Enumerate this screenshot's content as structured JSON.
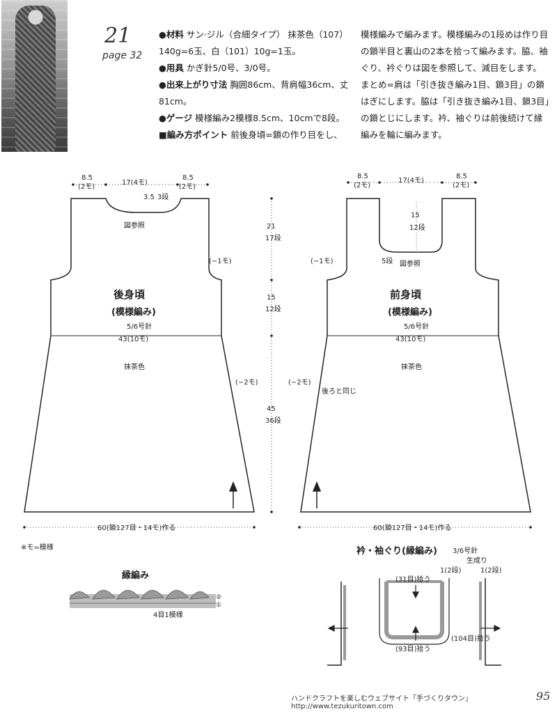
{
  "header": {
    "number": "21",
    "page_ref": "page 32"
  },
  "text": {
    "materials_label": "●材料",
    "materials": "サン·ジル（合細タイプ） 抹茶色（107）140g=6玉、白（101）10g=1玉。",
    "tools_label": "●用具",
    "tools": "かぎ針5/0号、3/0号。",
    "size_label": "●出来上がり寸法",
    "size": "胸囲86cm、背肩幅36cm、丈81cm。",
    "gauge_label": "●ゲージ",
    "gauge": "模様編み2模様8.5cm、10cmで8段。",
    "points_label": "■編み方ポイント",
    "points_start": "前後身頃=鎖の作り目をし、",
    "points_cont": "模様編みで編みます。模様編みの1段めは作り目の鎖半目と裏山の2本を拾って編みます。脇、袖ぐり、衿ぐりは図を参照して、減目をします。まとめ=肩は「引き抜き編み1目、鎖3目」の鎖はぎにします。脇は「引き抜き編み1目、鎖3目」の鎖とじにします。衿、袖ぐりは前後続けて縁編みを輪に編みます。"
  },
  "back": {
    "shoulder_left": "8.5",
    "shoulder_left_sub": "(2モ)",
    "neck_width": "17(4モ)",
    "shoulder_right": "8.5",
    "shoulder_right_sub": "(2モ)",
    "neck_depth": "3.5",
    "neck_depth_rows": "3段",
    "see_fig": "図参照",
    "armhole_dec": "(−1モ)",
    "title": "後身頃",
    "pattern": "(模様編み)",
    "needle": "5/6号針",
    "width": "43(10モ)",
    "color": "抹茶色",
    "side_dec": "(−2モ)",
    "cast_on": "60(鎖127目・14モ)作る"
  },
  "front": {
    "shoulder_left": "8.5",
    "shoulder_left_sub": "(2モ)",
    "neck_width": "17(4モ)",
    "shoulder_right": "8.5",
    "shoulder_right_sub": "(2モ)",
    "neck_depth": "15",
    "neck_depth_rows": "12段",
    "neck_rows2": "5段",
    "see_fig": "図参照",
    "armhole_dec": "(−1モ)",
    "title": "前身頃",
    "pattern": "(模様編み)",
    "needle": "5/6号針",
    "width": "43(10モ)",
    "color": "抹茶色",
    "side_dec": "(−2モ)",
    "same_as_back": "後ろと同じ",
    "cast_on": "60(鎖127目・14モ)作る"
  },
  "heights": {
    "top": "21",
    "top_rows": "17段",
    "mid": "15",
    "mid_rows": "12段",
    "bottom": "45",
    "bottom_rows": "36段"
  },
  "note": "※モ=模様",
  "edging": {
    "title": "縁編み",
    "repeat": "4目1模様",
    "row2": "②",
    "row1": "①"
  },
  "collar": {
    "title": "衿・袖ぐり(縁編み)",
    "needle": "3/6号針",
    "color": "生成り",
    "top_pick": "(31目)拾う",
    "bottom_pick": "(93目)拾う",
    "arm_pick": "(104目)拾う",
    "rows_a": "1(2段)",
    "rows_b": "1(2段)"
  },
  "footer": {
    "text": "ハンドクラフトを楽しむウェブサイト「手づくりタウン」 http://www.tezukuritown.com",
    "page": "95"
  }
}
